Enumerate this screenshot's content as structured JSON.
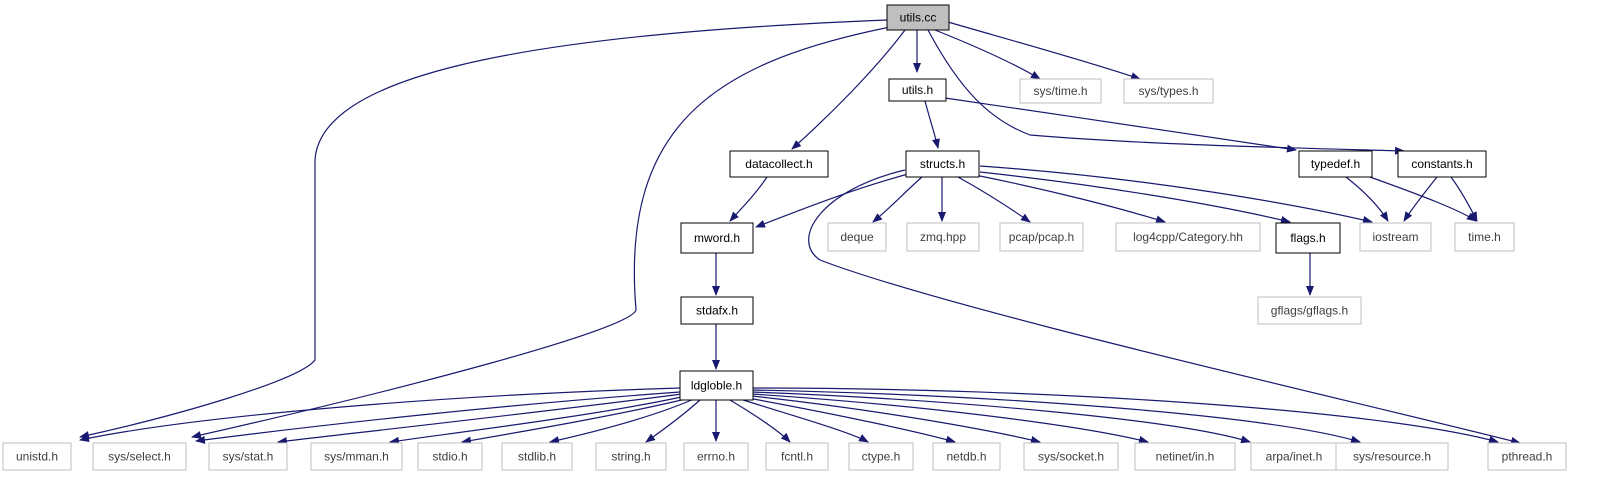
{
  "colors": {
    "edge": "#191970",
    "focus_fill": "#bfbfbf",
    "local_border": "#000000",
    "system_border": "#bfbfbf",
    "text": "#000000",
    "system_text": "#404040"
  },
  "nodes": {
    "utils_cc": "utils.cc",
    "utils_h": "utils.h",
    "sys_time_h": "sys/time.h",
    "sys_types_h": "sys/types.h",
    "datacollect_h": "datacollect.h",
    "structs_h": "structs.h",
    "typedef_h": "typedef.h",
    "constants_h": "constants.h",
    "mword_h": "mword.h",
    "deque": "deque",
    "zmq_hpp": "zmq.hpp",
    "pcap_pcap_h": "pcap/pcap.h",
    "log4cpp_category_hh": "log4cpp/Category.hh",
    "flags_h": "flags.h",
    "iostream": "iostream",
    "time_h": "time.h",
    "stdafx_h": "stdafx.h",
    "gflags_gflags_h": "gflags/gflags.h",
    "ldgloble_h": "ldgloble.h",
    "unistd_h": "unistd.h",
    "sys_select_h": "sys/select.h",
    "sys_stat_h": "sys/stat.h",
    "sys_mman_h": "sys/mman.h",
    "stdio_h": "stdio.h",
    "stdlib_h": "stdlib.h",
    "string_h": "string.h",
    "errno_h": "errno.h",
    "fcntl_h": "fcntl.h",
    "ctype_h": "ctype.h",
    "netdb_h": "netdb.h",
    "sys_socket_h": "sys/socket.h",
    "netinet_in_h": "netinet/in.h",
    "arpa_inet_h": "arpa/inet.h",
    "sys_resource_h": "sys/resource.h",
    "pthread_h": "pthread.h"
  }
}
